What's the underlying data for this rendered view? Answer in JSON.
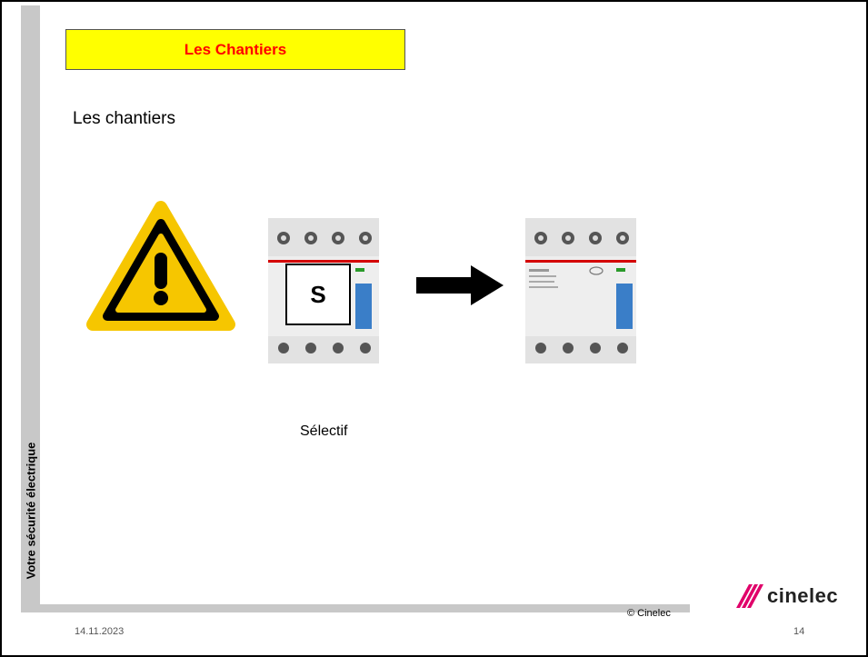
{
  "slide": {
    "title": "Les Chantiers",
    "heading": "Les chantiers",
    "caption": "Sélectif",
    "side_label": "Votre sécurité électrique",
    "copyright": "© Cinelec",
    "date": "14.11.2023",
    "page_number": "14",
    "logo_text": "cinelec"
  },
  "rcd_left": {
    "selective_mark": "S"
  },
  "colors": {
    "title_bg": "#ffff00",
    "title_text": "#ff0000",
    "warning_yellow": "#f6c600",
    "side_gray": "#c8c8c8"
  }
}
